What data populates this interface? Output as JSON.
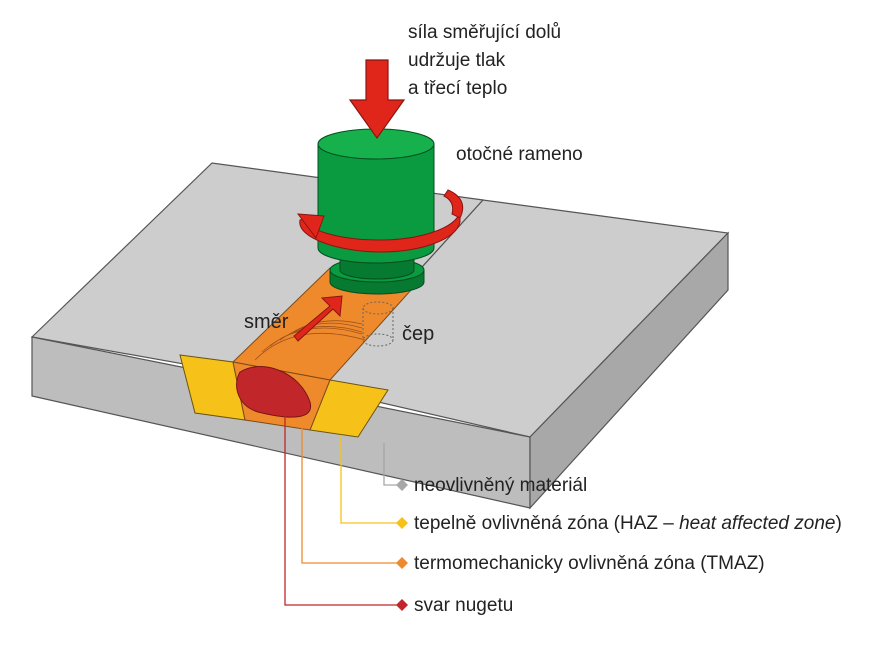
{
  "colors": {
    "plate_top": "#cdcdcd",
    "plate_front": "#bdbdbd",
    "plate_side": "#a8a8a8",
    "tool_green": "#0a9a3f",
    "tool_dark": "#067a30",
    "arrow_red": "#e0261b",
    "nugget_red": "#c0262a",
    "tmaz_orange": "#ef8a2c",
    "haz_yellow": "#f6c21a",
    "unaffected_gray": "#a7a7a7"
  },
  "labels": {
    "force_line1": "síla směřující dolů",
    "force_line2": "udržuje tlak",
    "force_line3": "a třecí teplo",
    "rotating_arm": "otočné rameno",
    "direction": "směr",
    "pin": "čep"
  },
  "legend": {
    "unaffected": "neovlivněný materiál",
    "haz_prefix": "tepelně ovlivněná zóna (HAZ – ",
    "haz_italic": "heat affected zone",
    "haz_suffix": ")",
    "tmaz": "termomechanicky ovlivněná zóna (TMAZ)",
    "nugget": "svar nugetu"
  },
  "icons": {
    "legend_marker": "diamond-icon",
    "force_arrow": "arrow-down-icon",
    "rotation_arrow": "rotation-arrow-icon",
    "direction_arrow": "arrow-up-right-icon"
  }
}
